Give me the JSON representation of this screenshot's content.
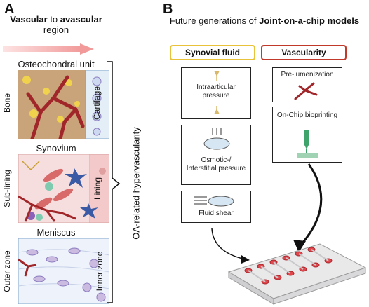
{
  "panel_a": {
    "letter": "A",
    "heading_bold_1": "Vascular",
    "heading_mid": " to ",
    "heading_bold_2": "avascular",
    "heading_line2": "region",
    "sections": [
      {
        "title": "Osteochondral unit",
        "left_label": "Bone",
        "right_label": "Cartilage"
      },
      {
        "title": "Synovium",
        "left_label": "Sub-lining",
        "right_label": "Lining"
      },
      {
        "title": "Meniscus",
        "left_label": "Outer zone",
        "right_label": "Inner zone"
      }
    ],
    "bracket_label": "OA-related hypervascularity"
  },
  "panel_b": {
    "letter": "B",
    "heading_plain": "Future generations of ",
    "heading_bold": "Joint-on-a-chip models",
    "synovial": {
      "label": "Synovial fluid",
      "items": [
        "Intraarticular pressure",
        "Osmotic-/ Interstitial pressure",
        "Fluid shear"
      ]
    },
    "vascularity": {
      "label": "Vascularity",
      "items": [
        "Pre-lumenization",
        "On-Chip bioprinting"
      ]
    }
  },
  "colors": {
    "synovial_border": "#e8c33a",
    "vascularity_border": "#c0392b",
    "gradient_arrow": "#f4a3a3",
    "vessel": "#a0262a",
    "bone": "#c9a37a",
    "cartilage": "#e3eef7",
    "synovium_bg": "#f6dede",
    "meniscus_bg": "#eef2fb",
    "chip": "#e9e9ea",
    "chip_well": "#e0474c"
  }
}
